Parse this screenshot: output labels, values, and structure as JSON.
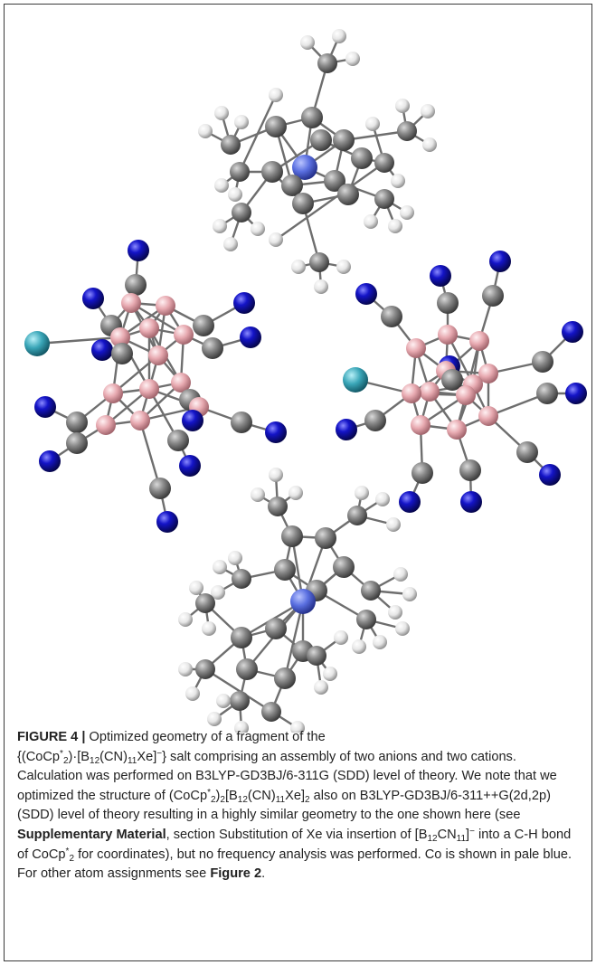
{
  "figure": {
    "label": "FIGURE 4 |",
    "caption": {
      "p1": "Optimized geometry of a fragment of the",
      "p2": "{(CoCp",
      "p2_star": "*",
      "p2_sub": "2",
      "p3": ")·[B",
      "p3_sub": "12",
      "p4": "(CN)",
      "p4_sub": "11",
      "p5": "Xe]",
      "p5_sup": "−",
      "p6": "} salt comprising an assembly of two anions and two cations. Calculation was performed on B3LYP-GD3BJ/6-311G (SDD) level of theory. We note that we optimized the structure of (CoCp",
      "p6_star": "*",
      "p6_sub": "2",
      "p7": ")",
      "p7_sub": "2",
      "p8": "[B",
      "p8_sub": "12",
      "p9": "(CN)",
      "p9_sub": "11",
      "p10": "Xe]",
      "p10_sub": "2",
      "p11": " also on B3LYP-GD3BJ/6-311++G(2d,2p) (SDD) level of theory resulting in a highly similar geometry to the one shown here (see ",
      "supp_bold": "Supplementary Material",
      "p12": ", section Substitution of Xe via insertion of [B",
      "p12_sub": "12",
      "p13": "CN",
      "p13_sub": "11",
      "p14": "]",
      "p14_sup": "−",
      "p15": " into a C-H bond of CoCp",
      "p15_star": "*",
      "p15_sub": "2",
      "p16": " for coordinates), but no frequency analysis was performed. Co is shown in pale blue. For other atom assignments see ",
      "fig2_bold": "Figure 2",
      "p17": "."
    }
  },
  "colors": {
    "carbon": "#7a7a7a",
    "hydrogen": "#e6e6e6",
    "nitrogen": "#1414c8",
    "boron": "#e7a9b0",
    "cobalt": "#5a6fe0",
    "xenon": "#3aa6b8",
    "border": "#3a3a3a"
  }
}
